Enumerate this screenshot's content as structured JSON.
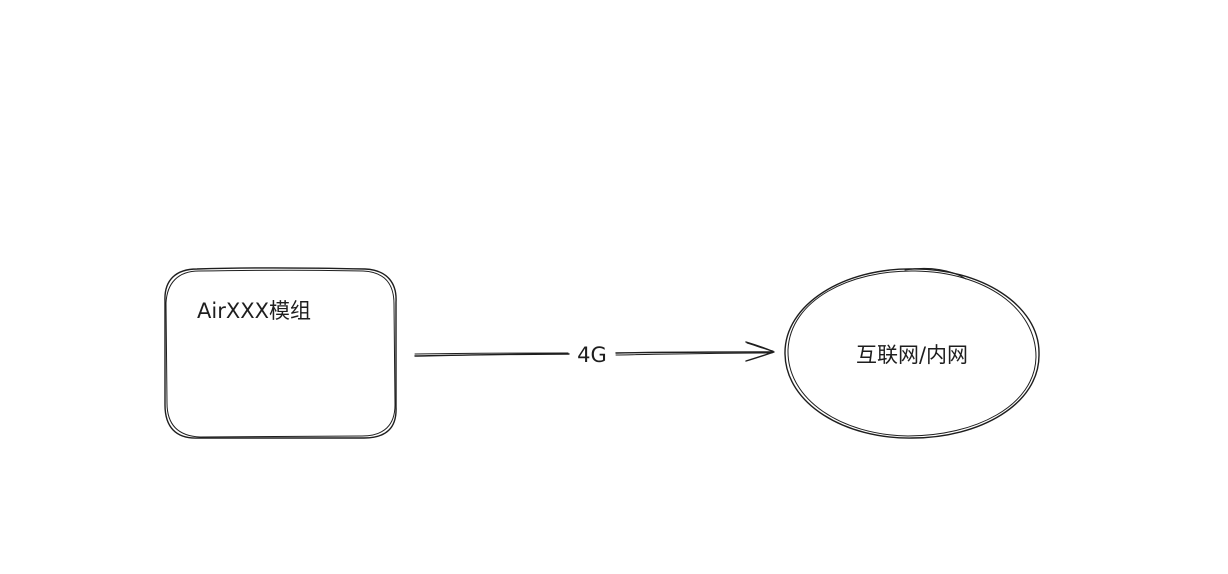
{
  "diagram": {
    "nodes": [
      {
        "id": "module",
        "shape": "rounded-rectangle",
        "label": "AirXXX模组"
      },
      {
        "id": "network",
        "shape": "ellipse",
        "label": "互联网/内网"
      }
    ],
    "edges": [
      {
        "from": "module",
        "to": "network",
        "label": "4G",
        "arrow": "open-end"
      }
    ],
    "colors": {
      "stroke": "#1e1e1e",
      "background": "#ffffff"
    }
  }
}
